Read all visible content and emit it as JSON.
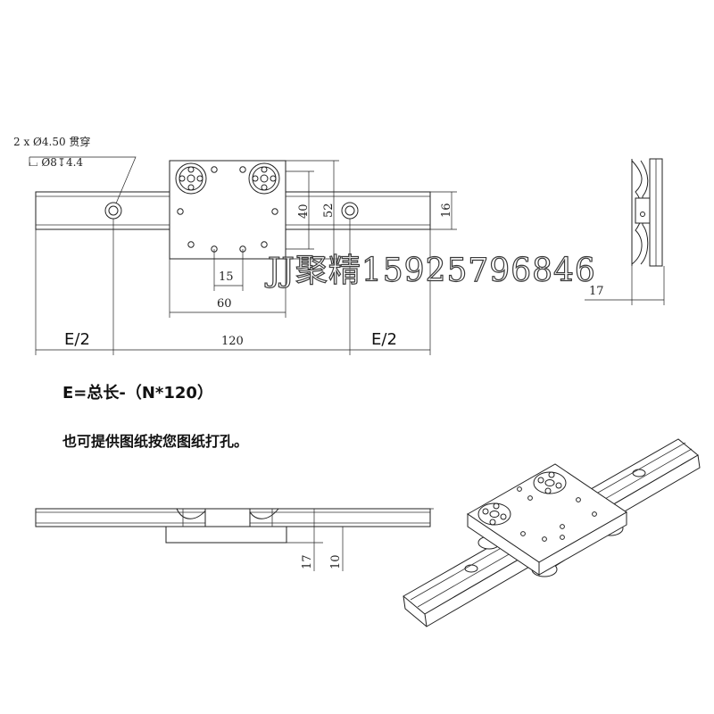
{
  "callout": {
    "line1": "2 x Ø4.50 贯穿",
    "line2": "⌴ Ø8↧4.4"
  },
  "dimensions": {
    "d40": "40",
    "d52": "52",
    "d16": "16",
    "d15": "15",
    "d60": "60",
    "d120": "120",
    "e_half_left": "E/2",
    "e_half_right": "E/2",
    "side_width": "17",
    "front_17": "17",
    "front_10": "10"
  },
  "formula": "E=总长-（N*120）",
  "note": "也可提供图纸按您图纸打孔。",
  "watermark": "JJ聚精15925796846"
}
